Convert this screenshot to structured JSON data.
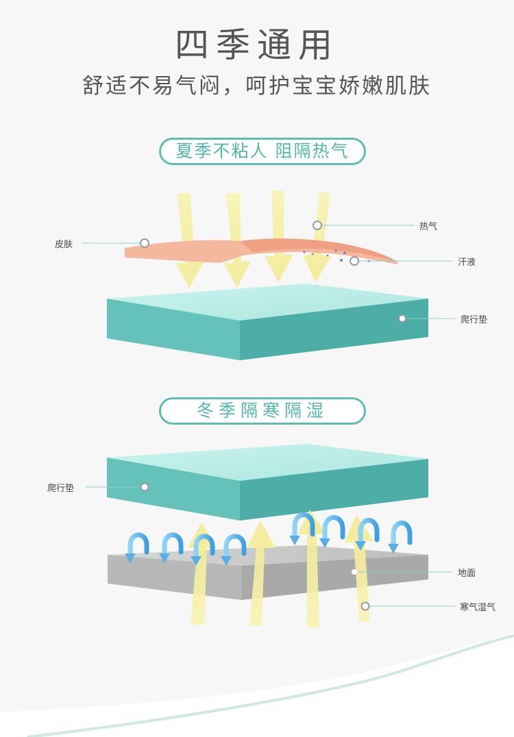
{
  "header": {
    "title": "四季通用",
    "subtitle": "舒适不易气闷，呵护宝宝娇嫩肌肤"
  },
  "summer": {
    "heading": "夏季不粘人 阻隔热气",
    "labels": {
      "skin": "皮肤",
      "heat": "热气",
      "sweat": "汗液",
      "mat": "爬行垫"
    }
  },
  "winter": {
    "heading": "冬季隔寒隔湿",
    "labels": {
      "mat": "爬行垫",
      "ground": "地面",
      "cold_damp": "寒气湿气"
    }
  },
  "colors": {
    "accent": "#5dbdb3",
    "mat_top": "#b4ebe4",
    "mat_front": "#5ebfb7",
    "mat_side": "#48ada6",
    "skin": "#f2b79c",
    "ground_top": "#c3c3c3",
    "ground_front": "#b0b0b0",
    "heat_arrow": "#f7f1a0",
    "cold_arrow": "#5fb6ea"
  }
}
